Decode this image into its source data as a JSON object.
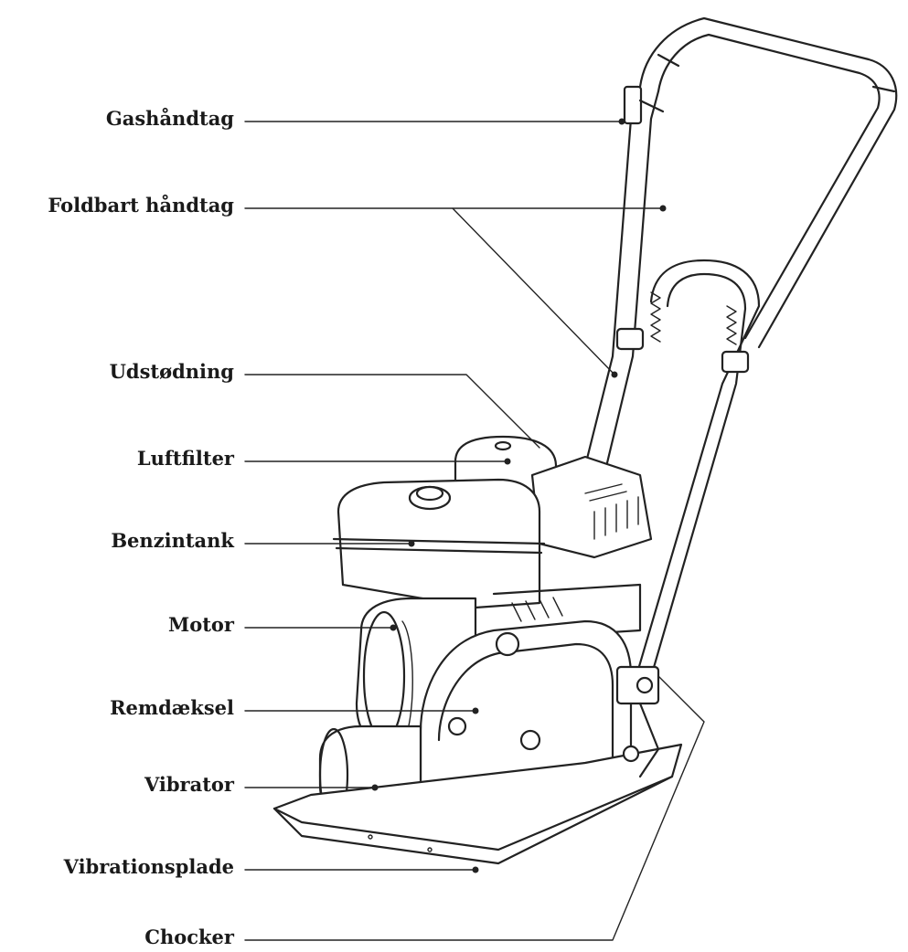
{
  "labels": {
    "gashandtag": "Gashåndtag",
    "foldbart": "Foldbart håndtag",
    "udstodning": "Udstødning",
    "luftfilter": "Luftfilter",
    "benzintank": "Benzintank",
    "motor": "Motor",
    "remdaeksel": "Remdæksel",
    "vibrator": "Vibrator",
    "vibrationsplade": "Vibrationsplade",
    "chocker": "Chocker"
  }
}
